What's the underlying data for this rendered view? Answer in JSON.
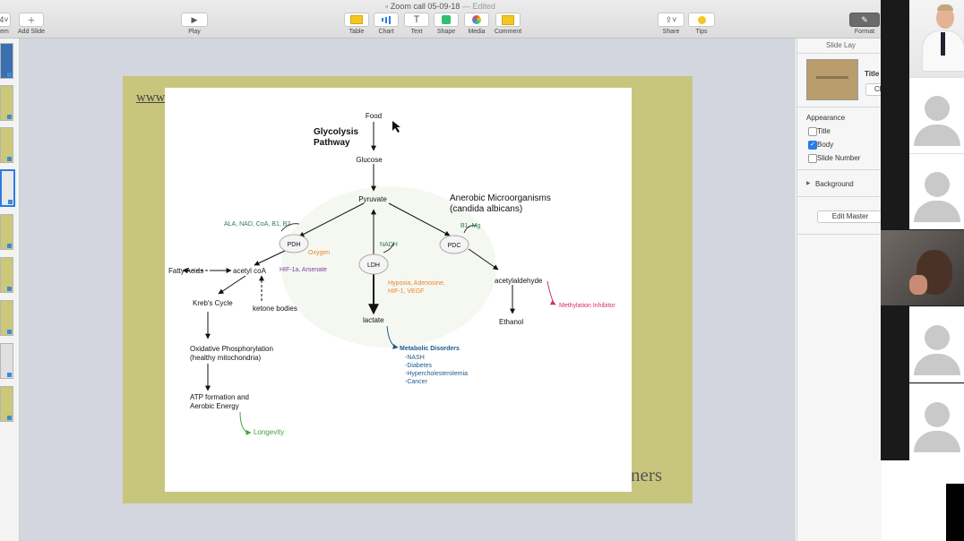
{
  "window": {
    "title": "Zoom call 05-09-18",
    "status": "— Edited"
  },
  "toolbar": {
    "view_label": "em",
    "add_slide_label": "Add Slide",
    "play_label": "Play",
    "table_label": "Table",
    "chart_label": "Chart",
    "text_label": "Text",
    "shape_label": "Shape",
    "media_label": "Media",
    "comment_label": "Comment",
    "share_label": "Share",
    "tips_label": "Tips",
    "format_label": "Format"
  },
  "colors": {
    "slide_background": "#c8c67d",
    "selection": "#2c7be5",
    "green_text": "#2f7a4a",
    "orange_text": "#e8872a",
    "purple_text": "#7b3fa0",
    "magenta_text": "#d42e6b",
    "blue_text": "#1d5b8c",
    "lime_text": "#3ea83a"
  },
  "slide": {
    "url_fragment": "www",
    "tail_text": "ners",
    "diagram": {
      "title_line1": "Glycolysis",
      "title_line2": "Pathway",
      "food": "Food",
      "glucose": "Glucose",
      "pyruvate": "Pyruvate",
      "anaerobic_line1": "Anerobic Microorganisms",
      "anaerobic_line2": "(candida albicans)",
      "cofactors_pdh": "ALA, NAD, CoA, B1, B2",
      "pdh": "PDH",
      "oxygen": "Oxygen",
      "hif_arsenate": "HIF-1a, Arsenate",
      "fatty_acids": "Fatty Acids",
      "acetyl_coa": "acetyl coA",
      "ketone_bodies": "ketone bodies",
      "krebs": "Kreb's Cycle",
      "oxphos_line1": "Oxidative Phosphorylation",
      "oxphos_line2": "(healthy mitochondria)",
      "atp_line1": "ATP formation and",
      "atp_line2": "Aerobic Energy",
      "longevity": "Longevity",
      "nadh": "NADH",
      "ldh": "LDH",
      "hypoxia_line1": "Hypoxia, Adenosine,",
      "hypoxia_line2": "HIF-1, VEGF",
      "lactate": "lactate",
      "metabolic_title": "Metabolic Disorders",
      "metabolic_items": [
        "-NASH",
        "-Diabetes",
        "-Hypercholesterolemia",
        "-Cancer"
      ],
      "b1_mg": "B1, Mg",
      "pdc": "PDC",
      "acetylaldehyde": "acetylaldehyde",
      "methylation": "Methylation Inhibitor",
      "ethanol": "Ethanol"
    }
  },
  "inspector": {
    "header": "Slide Lay",
    "layout_title": "Title",
    "change_button": "Cl",
    "appearance": "Appearance",
    "opt_title": "Title",
    "opt_body": "Body",
    "opt_slide_number": "Slide Number",
    "background": "Background",
    "edit_master": "Edit Master"
  }
}
